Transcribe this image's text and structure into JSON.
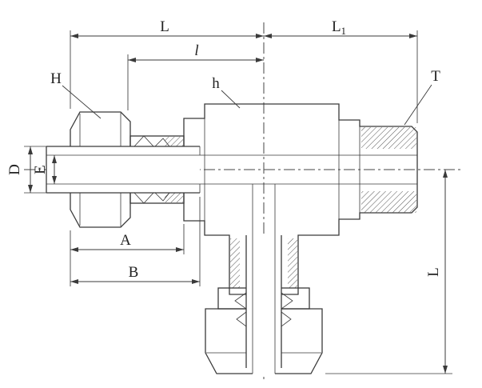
{
  "drawing": {
    "labels": {
      "length_left": "L",
      "length_right_main": "L",
      "length_right_sub": "1",
      "length_partial": "l",
      "nut": "H",
      "body": "h",
      "thread": "T",
      "tube_od": "D",
      "tube_bore": "E",
      "dim_a": "A",
      "dim_b": "B",
      "branch_length": "L"
    },
    "colors": {
      "background": "#ffffff",
      "line": "#3a3a3a",
      "nut_fill": "#c6c6c6",
      "body_fill": "#d9d9d9",
      "hatch_line": "#555555"
    }
  }
}
